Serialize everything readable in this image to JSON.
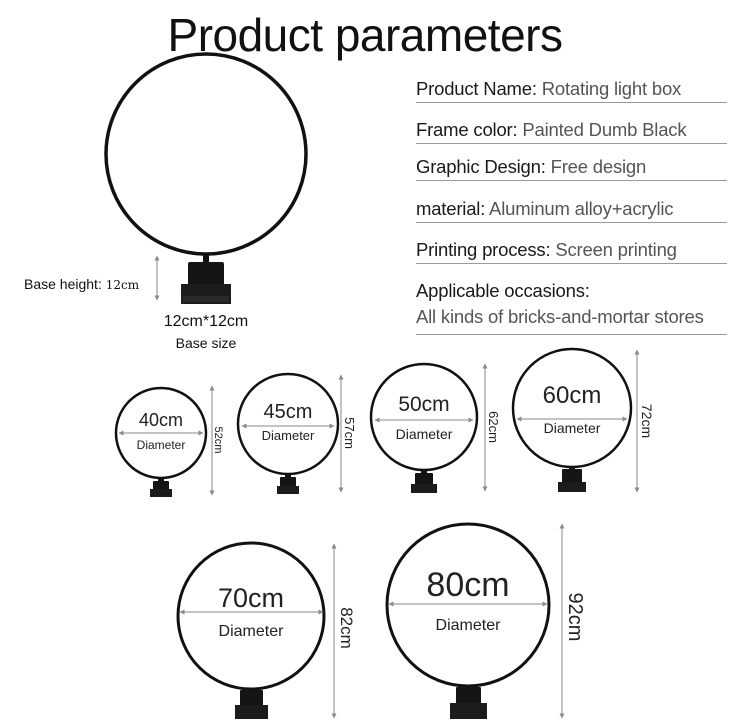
{
  "title": "Product parameters",
  "parameters": [
    {
      "label": "Product Name:",
      "value": " Rotating light box"
    },
    {
      "label": "Frame color:",
      "value": " Painted Dumb Black"
    },
    {
      "label": "Graphic Design:",
      "value": " Free design"
    },
    {
      "label": "material:",
      "value": " Aluminum alloy+acrylic"
    },
    {
      "label": "Printing process:",
      "value": " Screen printing"
    },
    {
      "label": "Applicable occasions:",
      "value": "All kinds of bricks-and-mortar stores"
    }
  ],
  "base": {
    "height_label": "Base height:",
    "height_value": "12cm",
    "size_value": "12cm*12cm",
    "size_label": "Base size"
  },
  "sizes": [
    {
      "diameter": "40cm",
      "caption": "Diameter",
      "height": "52cm"
    },
    {
      "diameter": "45cm",
      "caption": "Diameter",
      "height": "57cm"
    },
    {
      "diameter": "50cm",
      "caption": "Diameter",
      "height": "62cm"
    },
    {
      "diameter": "60cm",
      "caption": "Diameter",
      "height": "72cm"
    },
    {
      "diameter": "70cm",
      "caption": "Diameter",
      "height": "82cm"
    },
    {
      "diameter": "80cm",
      "caption": "Diameter",
      "height": "92cm"
    }
  ],
  "colors": {
    "frame": "#111111",
    "dimension_line": "#8a8a8a",
    "divider": "#9a9a9a"
  }
}
